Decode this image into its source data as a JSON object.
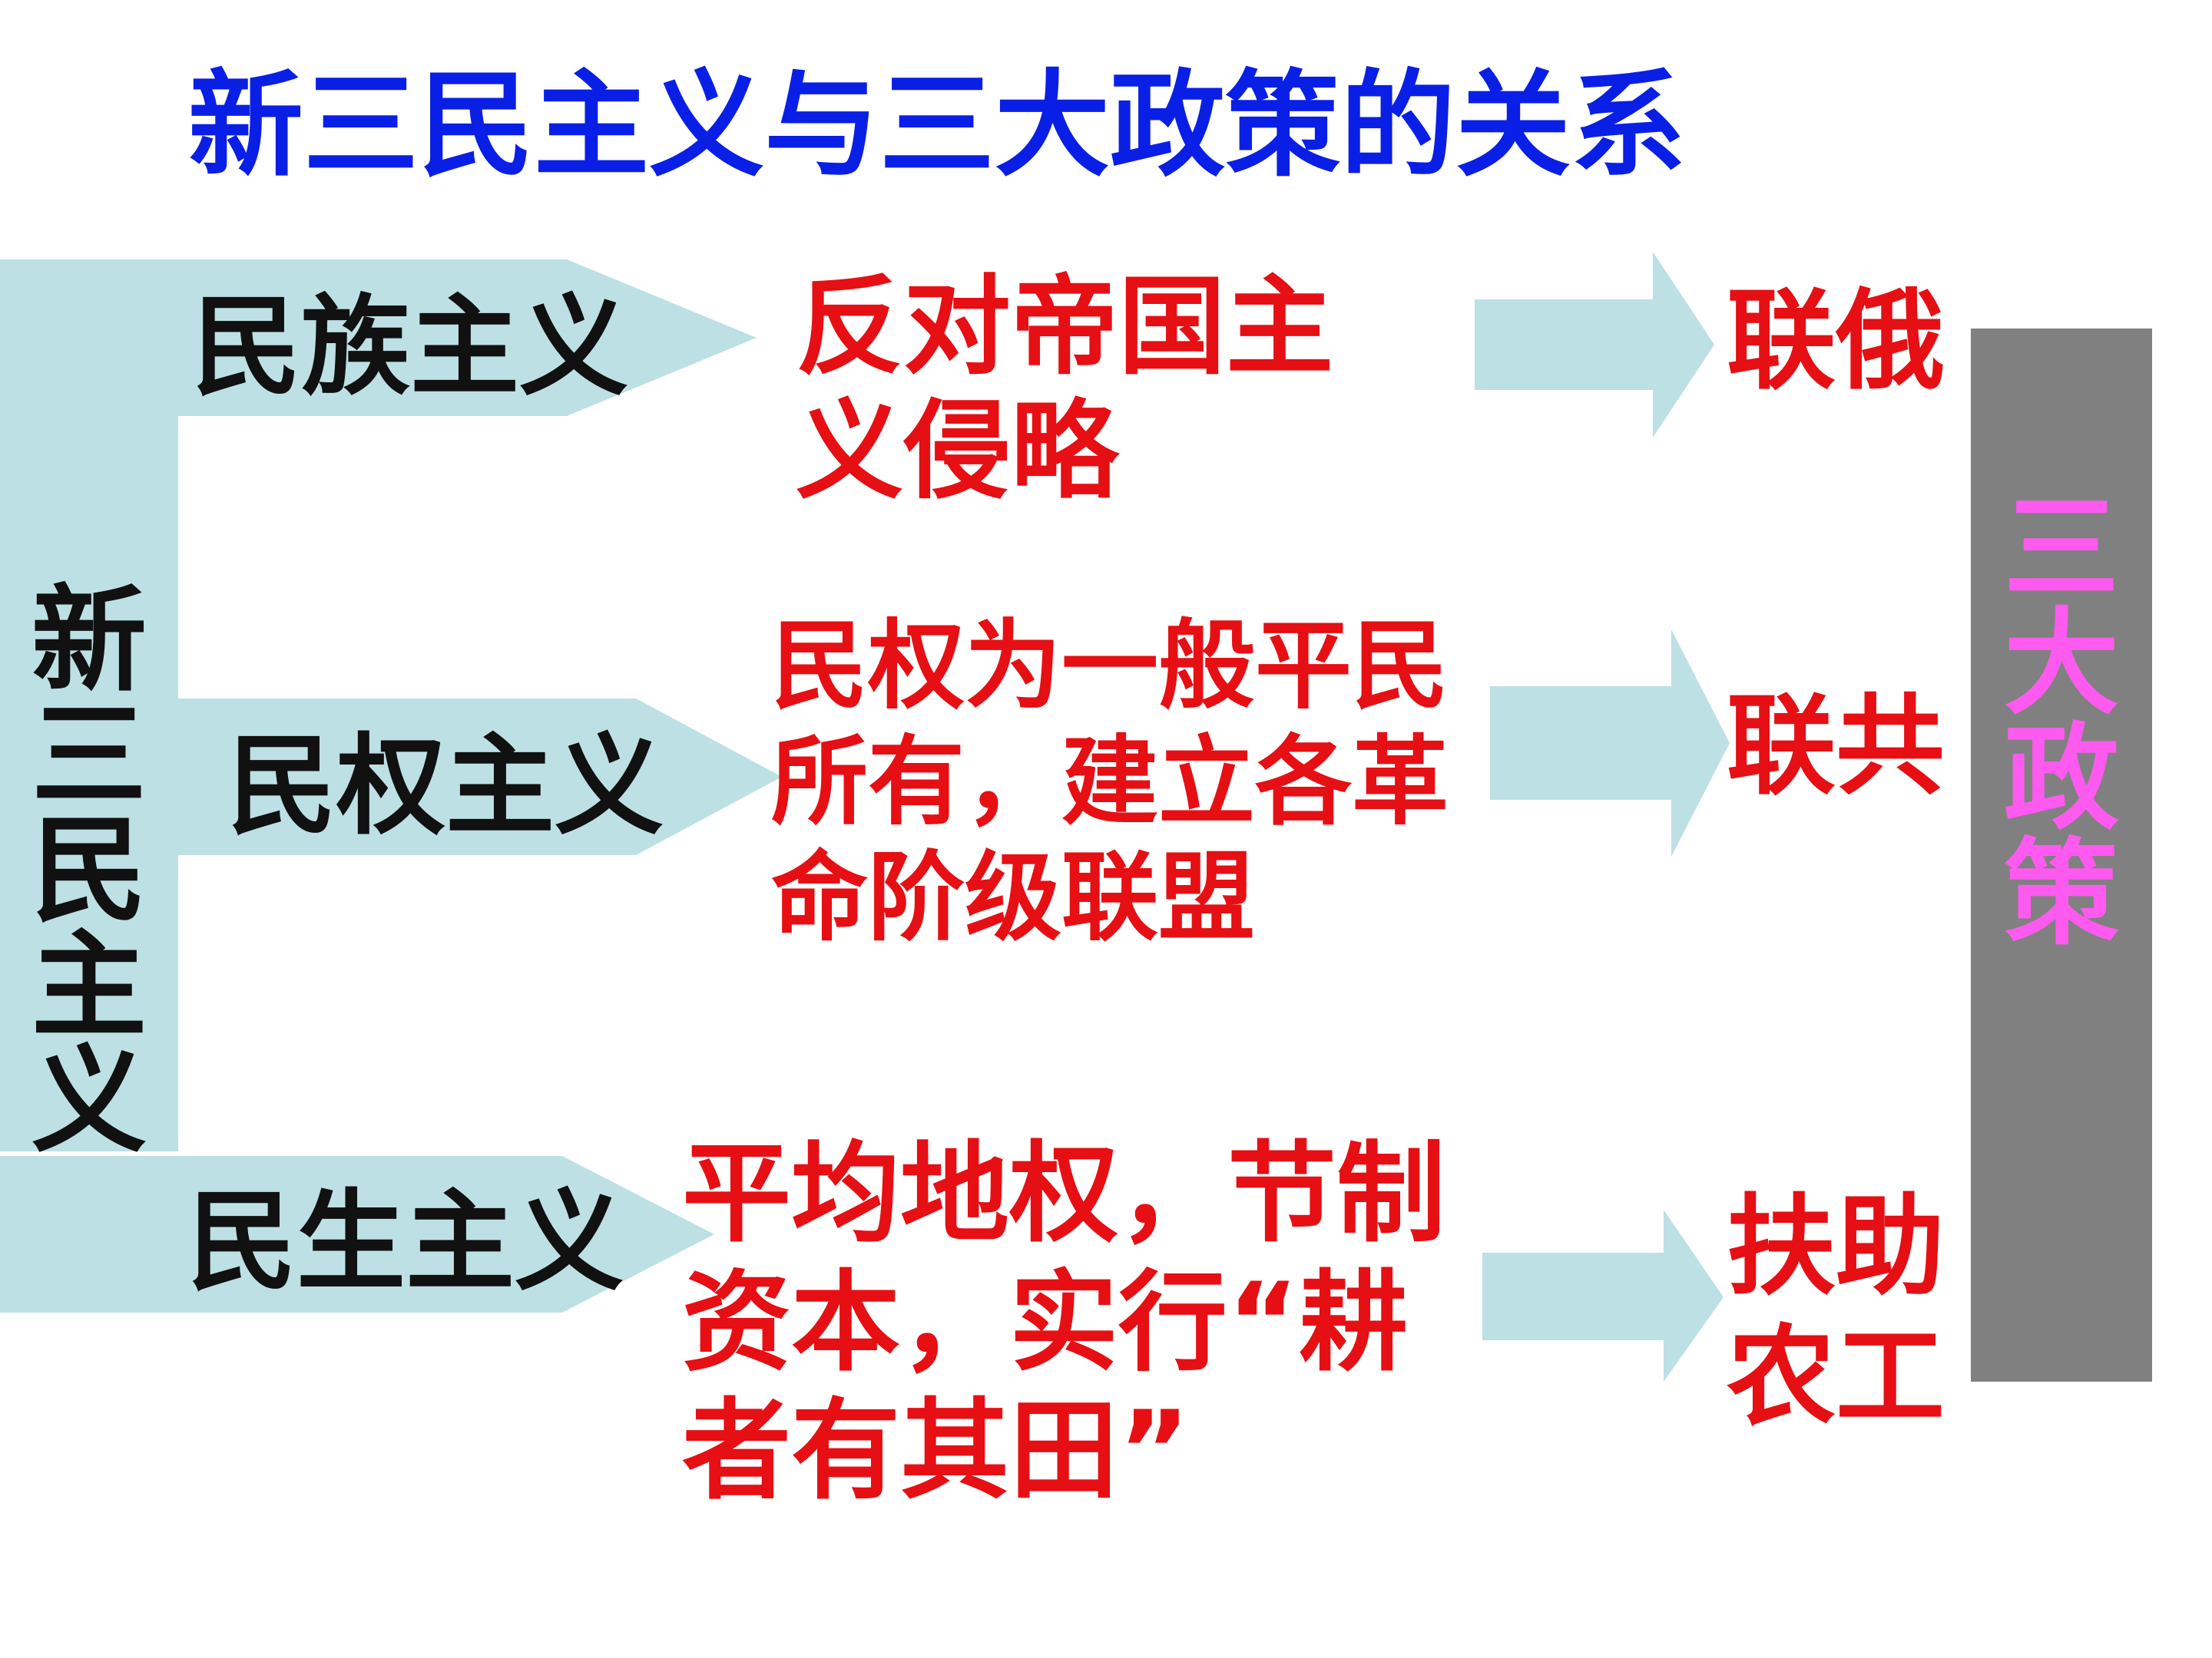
{
  "title": "新三民主义与三大政策的关系",
  "root": {
    "label": "新三民主义",
    "chars": [
      "新",
      "三",
      "民",
      "主",
      "义"
    ]
  },
  "principles": [
    {
      "label": "民族主义",
      "content_lines": [
        "反对帝国主",
        "义侵略"
      ],
      "policy_lines": [
        "联俄"
      ]
    },
    {
      "label": "民权主义",
      "content_lines": [
        "民权为一般平民",
        "所有，建立各革",
        "命阶级联盟"
      ],
      "policy_lines": [
        "联共"
      ]
    },
    {
      "label": "民生主义",
      "content_lines": [
        "平均地权，节制",
        "资本，实行“耕",
        "者有其田”"
      ],
      "policy_lines": [
        "扶助",
        "农工"
      ]
    }
  ],
  "banner": {
    "label": "三大政策",
    "chars": [
      "三",
      "大",
      "政",
      "策"
    ]
  },
  "colors": {
    "title": "#0a1fe6",
    "principle_text": "#111111",
    "content_text": "#e60f14",
    "policy_text": "#e60f14",
    "shape_fill": "#bde0e4",
    "banner_fill": "#808080",
    "banner_text": "#ff5af0"
  }
}
